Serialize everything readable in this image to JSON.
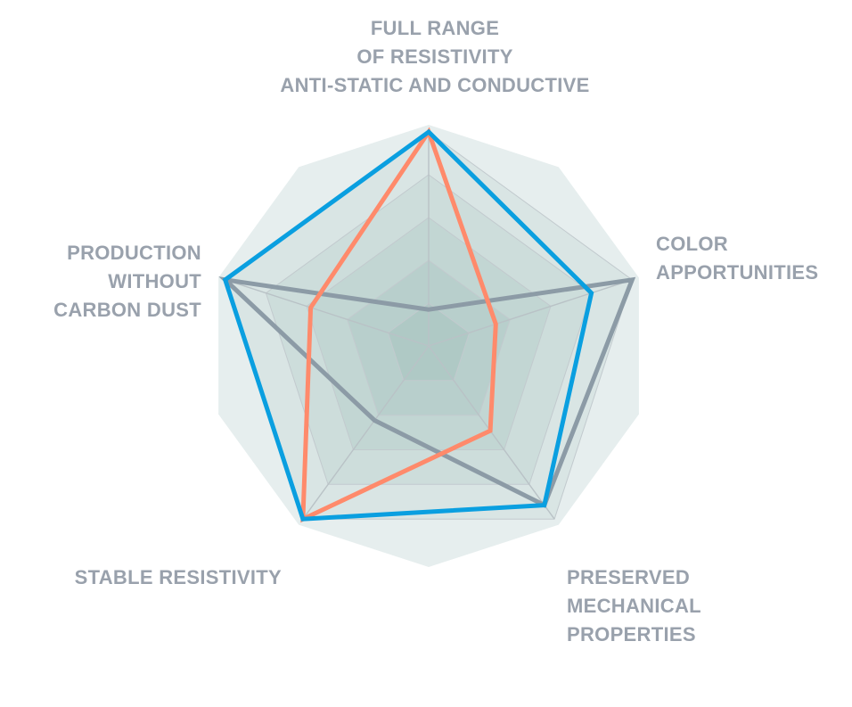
{
  "chart_data": {
    "type": "radar",
    "title": "",
    "scale_max": 100,
    "rings": 5,
    "axes": [
      {
        "name": "FULL RANGE OF RESISTIVITY ANTI-STATIC AND CONDUCTIVE",
        "lines": [
          "FULL RANGE",
          "OF RESISTIVITY",
          "ANTI-STATIC AND CONDUCTIVE"
        ]
      },
      {
        "name": "COLOR APPORTUNITIES",
        "lines": [
          "COLOR",
          "APPORTUNITIES"
        ]
      },
      {
        "name": "PRESERVED MECHANICAL PROPERTIES",
        "lines": [
          "PRESERVED",
          "MECHANICAL",
          "PROPERTIES"
        ]
      },
      {
        "name": "STABLE RESISTIVITY",
        "lines": [
          "STABLE RESISTIVITY"
        ]
      },
      {
        "name": "PRODUCTION WITHOUT CARBON DUST",
        "lines": [
          "PRODUCTION",
          "WITHOUT",
          "CARBON DUST"
        ]
      }
    ],
    "series": [
      {
        "color": "#8c9ba6",
        "values": [
          17,
          100,
          92,
          43,
          100
        ]
      },
      {
        "color": "#ff8a6b",
        "values": [
          100,
          33,
          49,
          100,
          58
        ]
      },
      {
        "color": "#0a9fe0",
        "values": [
          100,
          80,
          92,
          100,
          100
        ]
      }
    ]
  },
  "style": {
    "label_color": "#99a1ac",
    "grid_color": "#c2cace",
    "axis_color": "#b9c2c6",
    "band_color": "#5e8c87",
    "outer_fill": "#e6eeee"
  }
}
